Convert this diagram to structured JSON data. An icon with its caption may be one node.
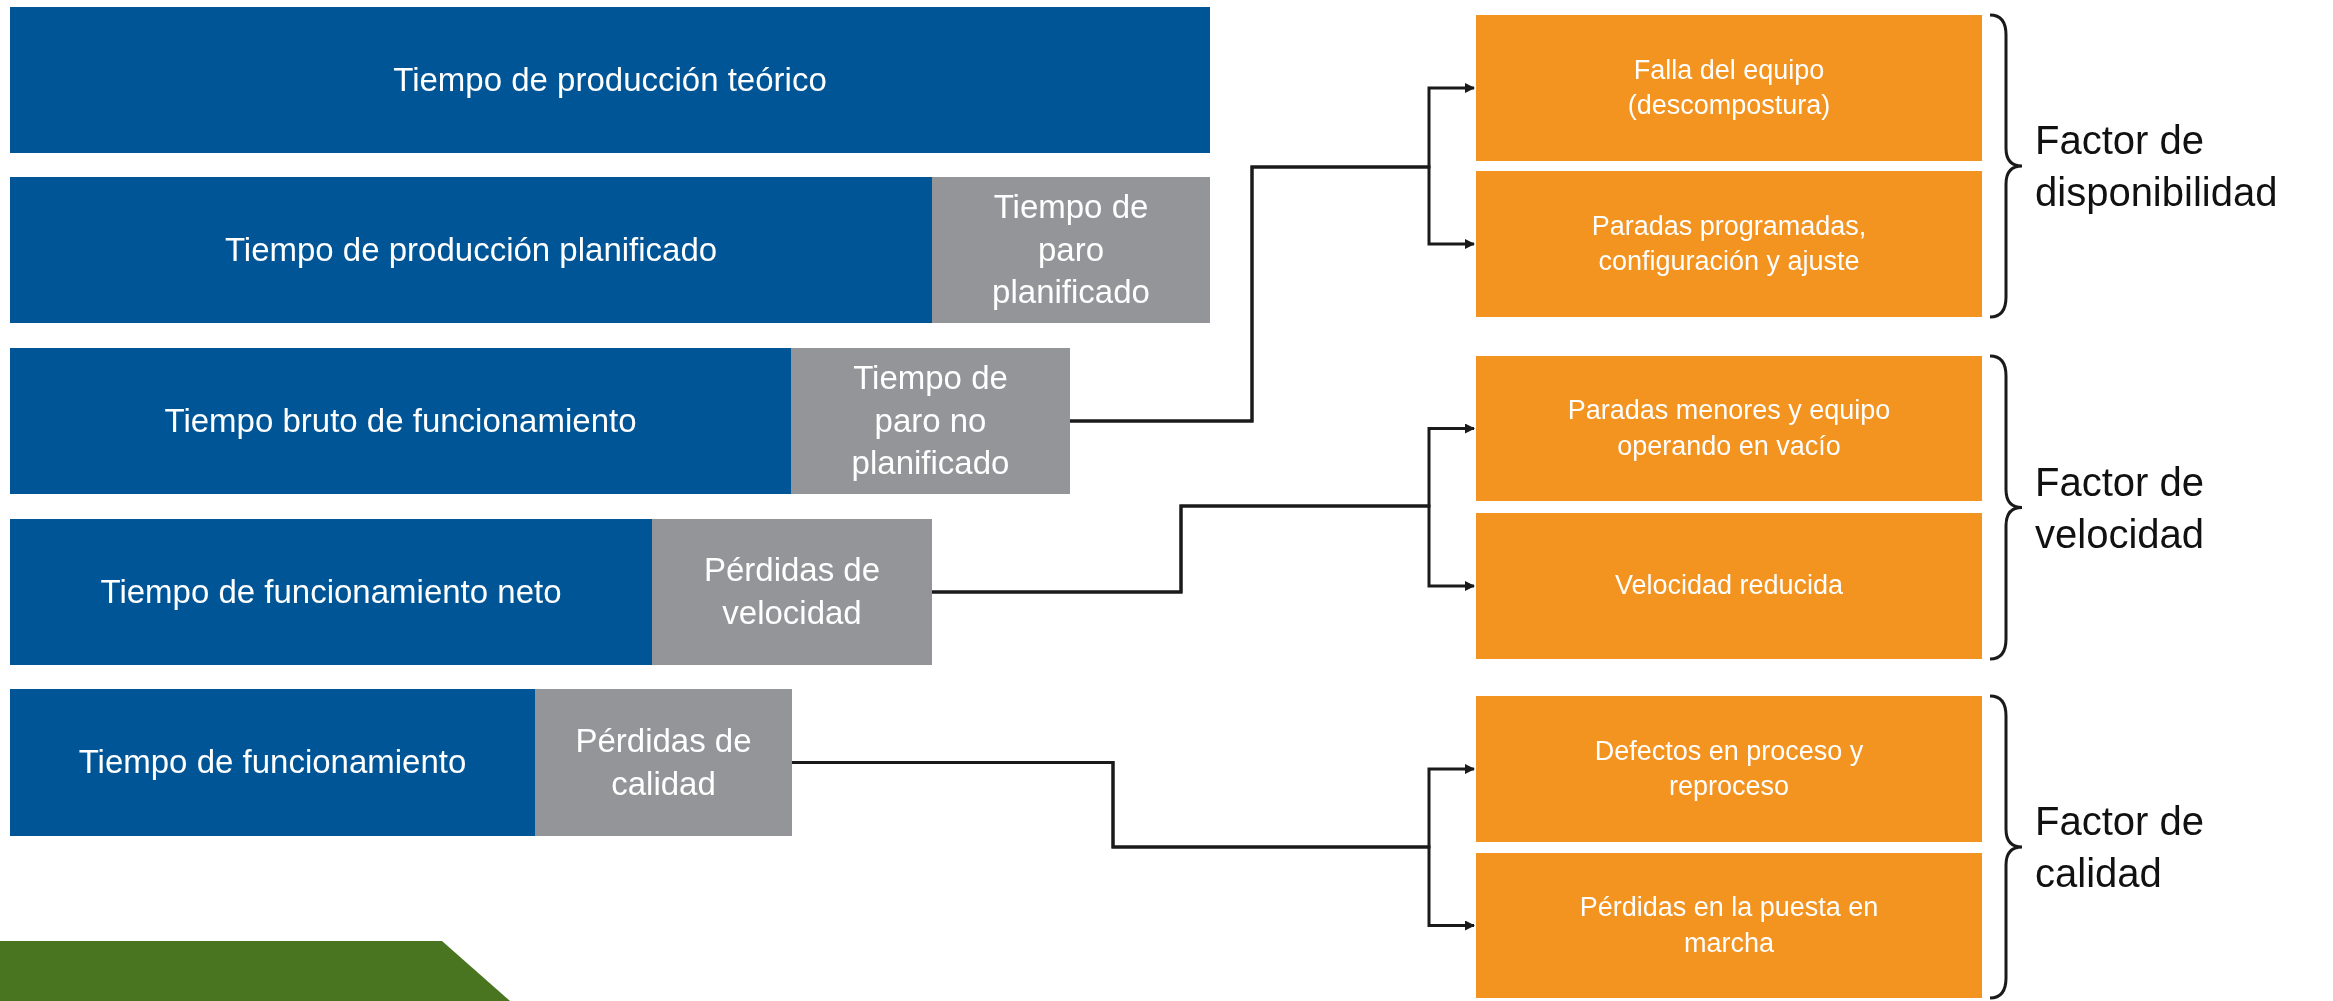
{
  "diagram": {
    "nodes": [
      {
        "text": [
          "Tiempo de producción teórico"
        ]
      },
      {
        "text": [
          "Tiempo de producción planificado"
        ]
      },
      {
        "text": [
          "Tiempo de paro planificado"
        ]
      },
      {
        "text": [
          "Tiempo bruto de funcionamiento"
        ]
      },
      {
        "text": [
          "Tiempo de paro no planificado"
        ]
      },
      {
        "text": [
          "Tiempo de funcionamiento neto"
        ]
      },
      {
        "text": [
          "Pérdidas de velocidad"
        ]
      },
      {
        "text": [
          "Tiempo de funcionamiento"
        ]
      },
      {
        "text": [
          "Pérdidas de calidad"
        ]
      },
      {
        "text": [
          "Falla del equipo (descompostura)"
        ]
      },
      {
        "text": [
          "Paradas programadas, configuración y ajuste"
        ]
      },
      {
        "text": [
          "Paradas menores y equipo operando en vacío"
        ]
      },
      {
        "text": [
          "Velocidad reducida"
        ]
      },
      {
        "text": [
          "Defectos en proceso y reproceso"
        ]
      },
      {
        "text": [
          "Pérdidas en la puesta en marcha"
        ]
      },
      {
        "text": [],
        "shape": "box"
      }
    ],
    "edges": [
      {
        "from": 4,
        "to": 9,
        "arrow": "to"
      },
      {
        "from": 4,
        "to": 10,
        "arrow": "to"
      },
      {
        "from": 6,
        "to": 11,
        "arrow": "to"
      },
      {
        "from": 6,
        "to": 12,
        "arrow": "to"
      },
      {
        "from": 8,
        "to": 13,
        "arrow": "to"
      },
      {
        "from": 8,
        "to": 14,
        "arrow": "to"
      }
    ],
    "labels": [
      "Factor de disponibilidad",
      "Factor de velocidad",
      "Factor de calidad"
    ]
  }
}
